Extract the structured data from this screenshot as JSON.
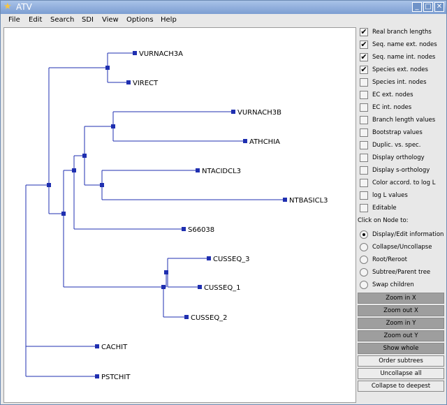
{
  "window": {
    "title": "ATV",
    "app_icon": "star-icon",
    "controls": [
      {
        "name": "minimize-button",
        "glyph": "_"
      },
      {
        "name": "maximize-button",
        "glyph": "□"
      },
      {
        "name": "close-button",
        "glyph": "✕"
      }
    ]
  },
  "menu": [
    "File",
    "Edit",
    "Search",
    "SDI",
    "View",
    "Options",
    "Help"
  ],
  "tree": {
    "leaves": [
      "VURNACH3A",
      "VIRECT",
      "VURNACH3B",
      "ATHCHIA",
      "NTACIDCL3",
      "NTBASICL3",
      "S66038",
      "CUSSEQ_3",
      "CUSSEQ_1",
      "CUSSEQ_2",
      "CACHIT",
      "PSTCHIT"
    ],
    "line_color": "#1f2fb0",
    "node_color": "#1f2fb0"
  },
  "options": [
    {
      "label": "Real branch lengths",
      "checked": true
    },
    {
      "label": "Seq. name ext. nodes",
      "checked": true
    },
    {
      "label": "Seq. name int. nodes",
      "checked": true
    },
    {
      "label": "Species ext. nodes",
      "checked": true
    },
    {
      "label": "Species int. nodes",
      "checked": false
    },
    {
      "label": "EC ext. nodes",
      "checked": false
    },
    {
      "label": "EC int. nodes",
      "checked": false
    },
    {
      "label": "Branch length values",
      "checked": false
    },
    {
      "label": "Bootstrap values",
      "checked": false
    },
    {
      "label": "Duplic. vs. spec.",
      "checked": false
    },
    {
      "label": "Display orthology",
      "checked": false
    },
    {
      "label": "Display s-orthology",
      "checked": false
    },
    {
      "label": "Color accord. to log L",
      "checked": false
    },
    {
      "label": "log L values",
      "checked": false
    },
    {
      "label": "Editable",
      "checked": false
    }
  ],
  "click_label": "Click on Node to:",
  "click_actions": [
    {
      "label": "Display/Edit information",
      "selected": true
    },
    {
      "label": "Collapse/Uncollapse",
      "selected": false
    },
    {
      "label": "Root/Reroot",
      "selected": false
    },
    {
      "label": "Subtree/Parent tree",
      "selected": false
    },
    {
      "label": "Swap children",
      "selected": false
    }
  ],
  "zoom_buttons": [
    "Zoom in X",
    "Zoom out X",
    "Zoom in Y",
    "Zoom out Y",
    "Show whole"
  ],
  "action_buttons": [
    "Order subtrees",
    "Uncollapse all",
    "Collapse to deepest"
  ]
}
